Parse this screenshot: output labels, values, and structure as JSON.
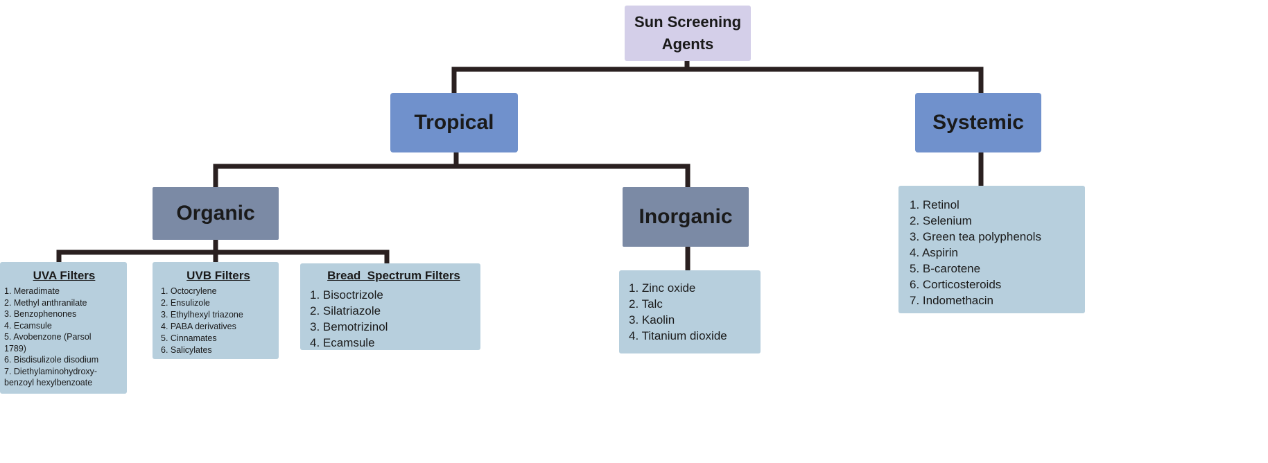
{
  "root": {
    "title": "Sun Screening Agents"
  },
  "branches": {
    "tropical": {
      "title": "Tropical"
    },
    "systemic": {
      "title": "Systemic"
    }
  },
  "subbranches": {
    "organic": {
      "title": "Organic"
    },
    "inorganic": {
      "title": "Inorganic"
    }
  },
  "lists": {
    "uva": {
      "title": "UVA Filters",
      "items": [
        "1. Meradimate",
        "2. Methyl anthranilate",
        "3. Benzophenones",
        "4. Ecamsule",
        "5. Avobenzone (Parsol",
        "1789)",
        "6. Bisdisulizole disodium",
        "7. Diethylaminohydroxy-",
        "benzoyl hexylbenzoate"
      ]
    },
    "uvb": {
      "title": "UVB Filters",
      "items": [
        "1. Octocrylene",
        "2. Ensulizole",
        "3. Ethylhexyl triazone",
        "4. PABA derivatives",
        "5. Cinnamates",
        "6. Salicylates"
      ]
    },
    "broad": {
      "title": "Bread  Spectrum Filters",
      "items": [
        "1. Bisoctrizole",
        "2. Silatriazole",
        "3. Bemotrizinol",
        "4. Ecamsule"
      ]
    },
    "inorganic": {
      "items": [
        "1. Zinc oxide",
        "2. Talc",
        "3. Kaolin",
        "4. Titanium dioxide"
      ]
    },
    "systemic": {
      "items": [
        "1. Retinol",
        "2. Selenium",
        "3. Green tea polyphenols",
        "4. Aspirin",
        "5. B-carotene",
        "6. Corticosteroids",
        "7. Indomethacin"
      ]
    }
  },
  "colors": {
    "root_fill": "#d4cfe9",
    "branch_fill": "#7091cc",
    "subbranch_fill": "#7b8aa5",
    "list_fill": "#b7cfdd",
    "connector": "#2a2020"
  }
}
